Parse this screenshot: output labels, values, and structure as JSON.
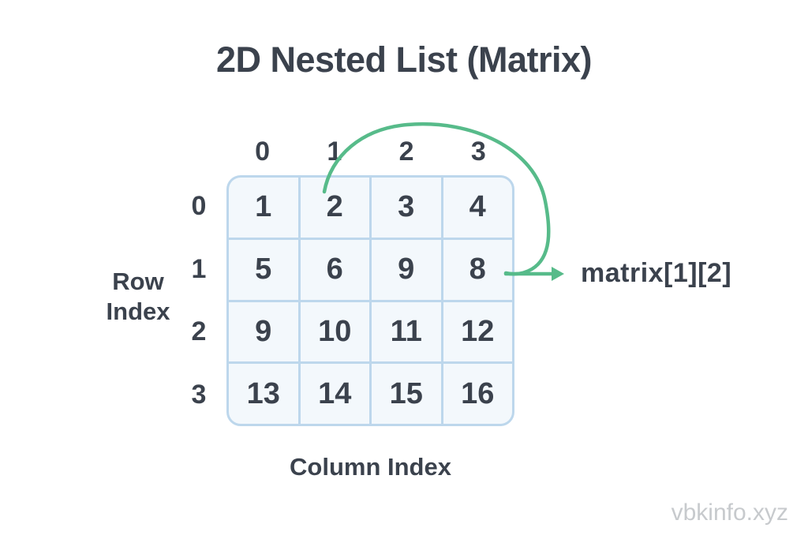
{
  "title": "2D Nested List (Matrix)",
  "grid": {
    "column_headers": [
      "0",
      "1",
      "2",
      "3"
    ],
    "row_headers": [
      "0",
      "1",
      "2",
      "3"
    ],
    "values": [
      [
        1,
        2,
        3,
        4
      ],
      [
        5,
        6,
        9,
        8
      ],
      [
        9,
        10,
        11,
        12
      ],
      [
        13,
        14,
        15,
        16
      ]
    ]
  },
  "labels": {
    "row_axis": "Row Index",
    "column_axis": "Column Index",
    "annotation": "matrix[1][2]"
  },
  "watermark": "vbkinfo.xyz",
  "colors": {
    "text": "#3b424d",
    "grid-line": "#bdd7ec",
    "cell-fill": "#f3f8fc",
    "accent-green": "#57bb8a",
    "watermark": "#c7cacd",
    "background": "#ffffff"
  }
}
